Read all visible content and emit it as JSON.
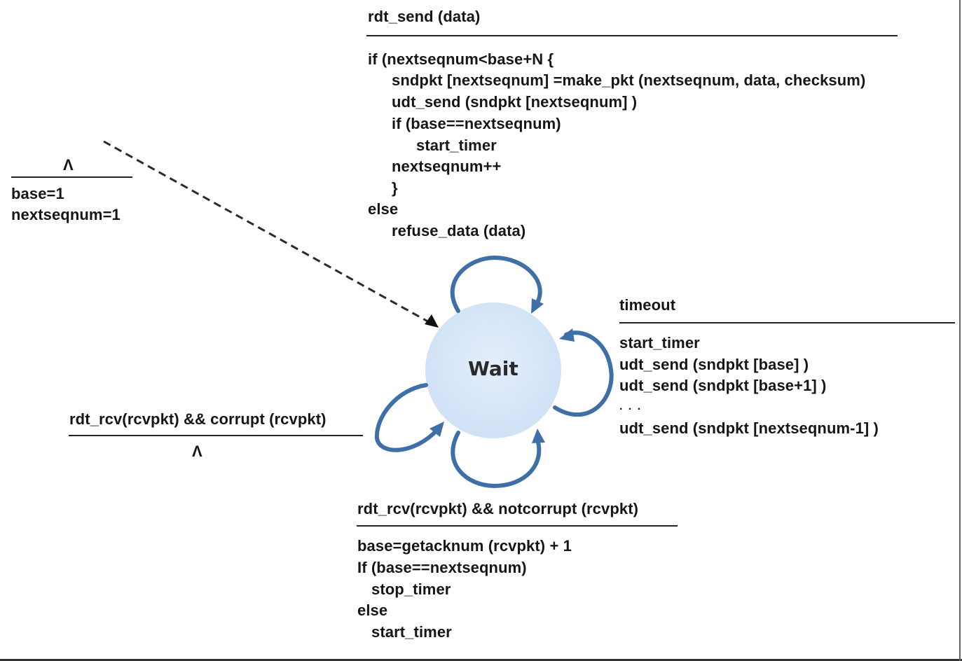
{
  "state": {
    "label": "Wait"
  },
  "init_transition": {
    "event": "Λ",
    "actions": [
      "base=1",
      "nextseqnum=1"
    ]
  },
  "rdt_send_transition": {
    "event": "rdt_send (data)",
    "actions": [
      "if (nextseqnum<base+N {",
      "sndpkt [nextseqnum] =make_pkt (nextseqnum, data, checksum)",
      "udt_send (sndpkt [nextseqnum] )",
      "if (base==nextseqnum)",
      "start_timer",
      "nextseqnum++",
      "}",
      "else",
      "refuse_data (data)"
    ]
  },
  "timeout_transition": {
    "event": "timeout",
    "actions": [
      "start_timer",
      "udt_send (sndpkt [base] )",
      "udt_send (sndpkt [base+1] )",
      ". . .",
      "udt_send (sndpkt [nextseqnum-1] )"
    ]
  },
  "corrupt_transition": {
    "event": "rdt_rcv(rcvpkt) && corrupt (rcvpkt)",
    "action": "Λ"
  },
  "notcorrupt_transition": {
    "event": "rdt_rcv(rcvpkt) && notcorrupt (rcvpkt)",
    "actions": [
      "base=getacknum (rcvpkt) + 1",
      "If (base==nextseqnum)",
      "stop_timer",
      "else",
      "start_timer"
    ]
  },
  "colors": {
    "state_fill": "#d6e6f8",
    "loop_arrow": "#3e6fa6",
    "text": "#161616"
  }
}
